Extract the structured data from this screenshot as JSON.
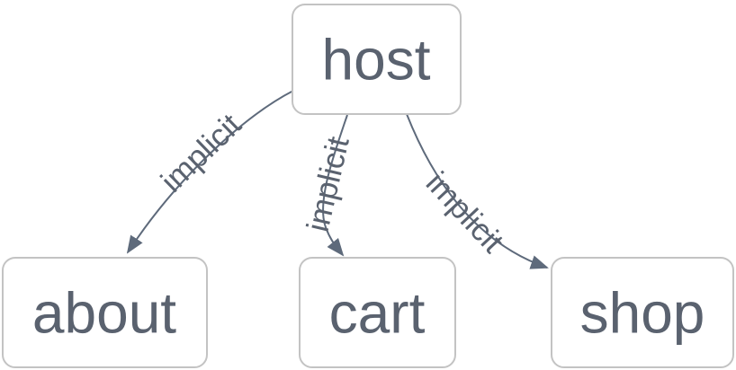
{
  "diagram": {
    "type": "graph",
    "nodes": [
      {
        "id": "host",
        "label": "host"
      },
      {
        "id": "about",
        "label": "about"
      },
      {
        "id": "cart",
        "label": "cart"
      },
      {
        "id": "shop",
        "label": "shop"
      }
    ],
    "edges": [
      {
        "from": "host",
        "to": "about",
        "label": "implicit"
      },
      {
        "from": "host",
        "to": "cart",
        "label": "implicit"
      },
      {
        "from": "host",
        "to": "shop",
        "label": "implicit"
      }
    ],
    "colors": {
      "background": "#ffffff",
      "node_fill": "#ffffff",
      "node_border": "#c3c3c3",
      "node_text": "#5a626f",
      "edge_stroke": "#5e6a7b",
      "edge_label": "#5a626f"
    }
  }
}
